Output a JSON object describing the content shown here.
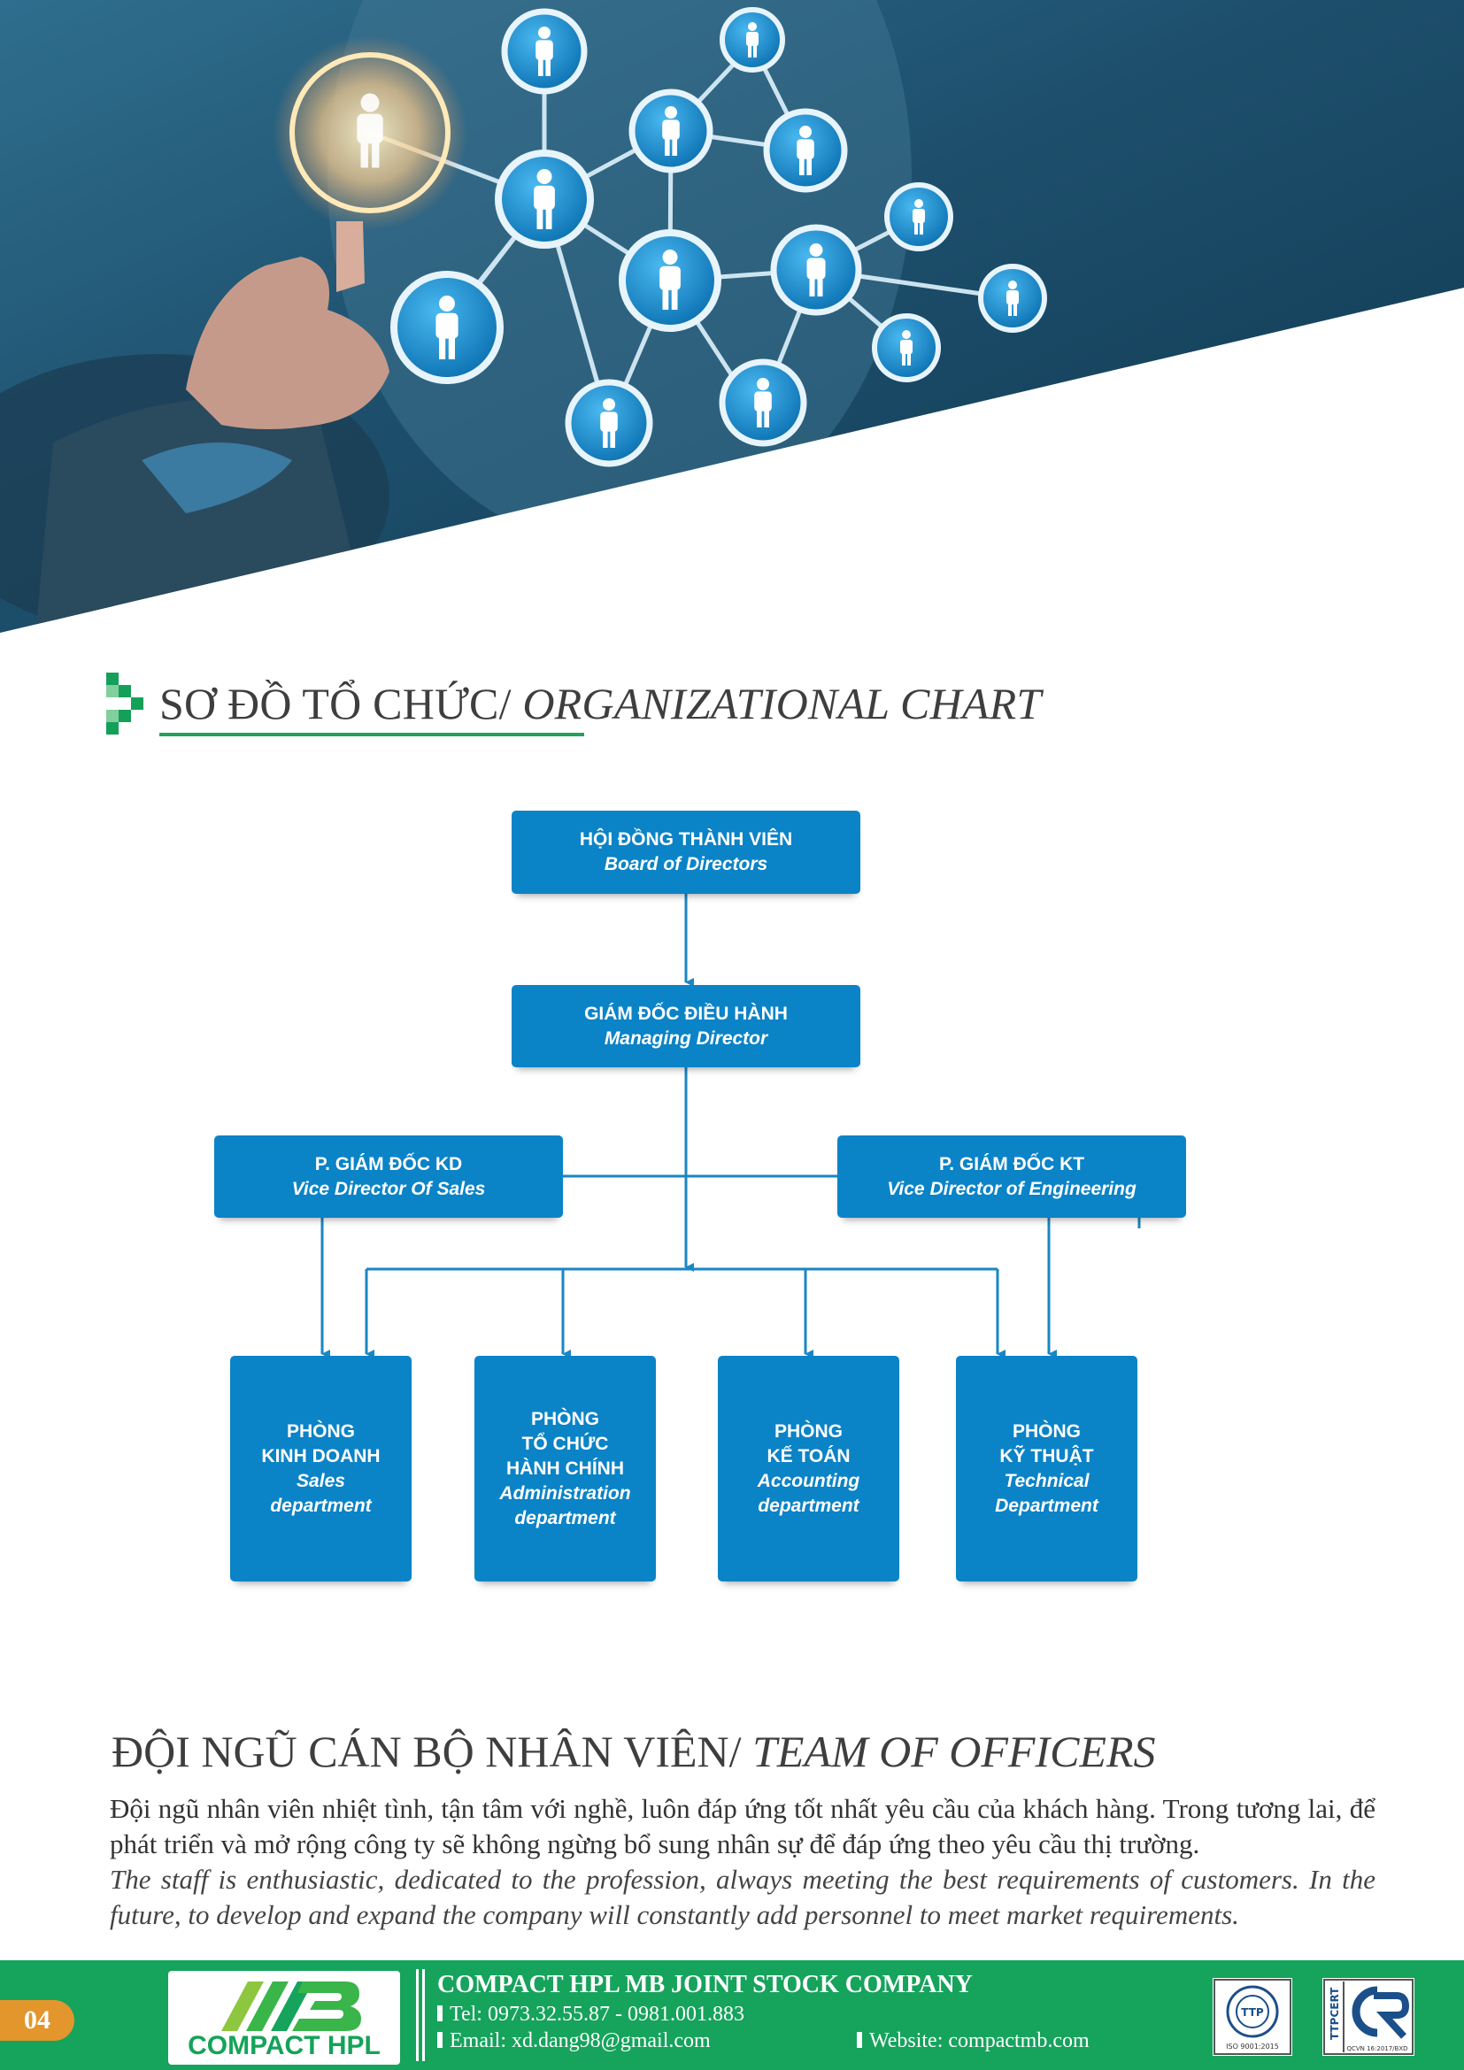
{
  "section_org": {
    "title_vn": "SƠ ĐỒ TỔ CHỨC/ ",
    "title_en": "ORGANIZATIONAL CHART"
  },
  "org_chart": {
    "board": {
      "vn": "HỘI ĐỒNG THÀNH VIÊN",
      "en": "Board of Directors"
    },
    "managing": {
      "vn": "GIÁM ĐỐC ĐIỀU HÀNH",
      "en": "Managing Director"
    },
    "vice_sales": {
      "vn": "P. GIÁM ĐỐC KD",
      "en": "Vice Director Of Sales"
    },
    "vice_eng": {
      "vn": "P. GIÁM ĐỐC KT",
      "en": "Vice Director of Engineering"
    },
    "departments": [
      {
        "vn": [
          "PHÒNG",
          "KINH DOANH"
        ],
        "en": [
          "Sales",
          "department"
        ]
      },
      {
        "vn": [
          "PHÒNG",
          "TỔ CHỨC",
          "HÀNH CHÍNH"
        ],
        "en": [
          "Administration",
          "department"
        ]
      },
      {
        "vn": [
          "PHÒNG",
          "KẾ TOÁN"
        ],
        "en": [
          "Accounting",
          "department"
        ]
      },
      {
        "vn": [
          "PHÒNG",
          "KỸ THUẬT"
        ],
        "en": [
          "Technical",
          "Department"
        ]
      }
    ]
  },
  "section_team": {
    "title_vn": "ĐỘI NGŨ CÁN BỘ NHÂN VIÊN/ ",
    "title_en": "TEAM OF OFFICERS",
    "text_vn": "Đội ngũ nhân viên nhiệt tình, tận tâm với nghề, luôn đáp ứng tốt nhất yêu cầu của khách hàng. Trong tương lai, để phát triển và mở rộng công ty sẽ không ngừng bổ sung nhân sự để đáp ứng theo yêu cầu thị trường.",
    "text_en": "The staff is enthusiastic, dedicated to the profession, always meeting the best requirements of customers. In the future, to develop and expand the company will constantly add personnel to meet market requirements."
  },
  "footer": {
    "page_number": "04",
    "logo_text": "COMPACT HPL",
    "company": "COMPACT HPL MB JOINT STOCK COMPANY",
    "tel": "Tel: 0973.32.55.87 - 0981.001.883",
    "email": "Email: xd.dang98@gmail.com",
    "website": "Website: compactmb.com",
    "badges": [
      "TTP",
      "ISO 9001:2015",
      "TTPCERT",
      "QCVN 16:2017/BXD"
    ]
  },
  "colors": {
    "box_blue": "#0b83c7",
    "line_blue": "#1a86c3",
    "accent_green": "#16a35c",
    "page_orange": "#e3962c"
  }
}
